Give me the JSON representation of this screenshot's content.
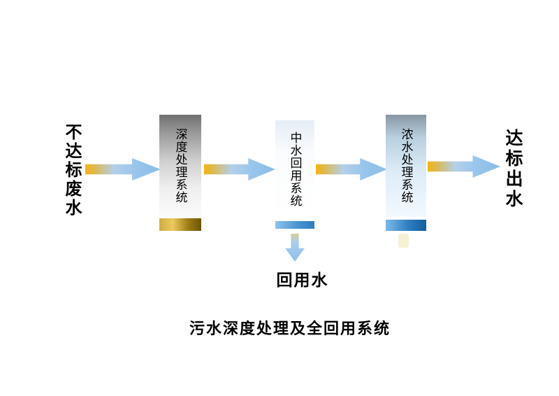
{
  "page": {
    "caption": "污水深度处理及全回用系统"
  },
  "flow": {
    "source_label": "不达标废水",
    "output_label": "达标出水",
    "reuse_water_label": "回用水",
    "stations": [
      {
        "label": "深度处理系统"
      },
      {
        "label": "中水回用系统"
      },
      {
        "label": "浓水处理系统"
      }
    ],
    "colors": {
      "arrow_tail_gold": "#f5b40f",
      "arrow_head_blue": "#8abde8",
      "deep_treatment_band_gold": "#9a7a12",
      "reuse_band_blue": "#2f7cc0",
      "concentrate_band_blue": "#125d9e",
      "deep_treatment_box_gray": "#707070",
      "concentrate_box_blue": "#8796a3"
    }
  }
}
